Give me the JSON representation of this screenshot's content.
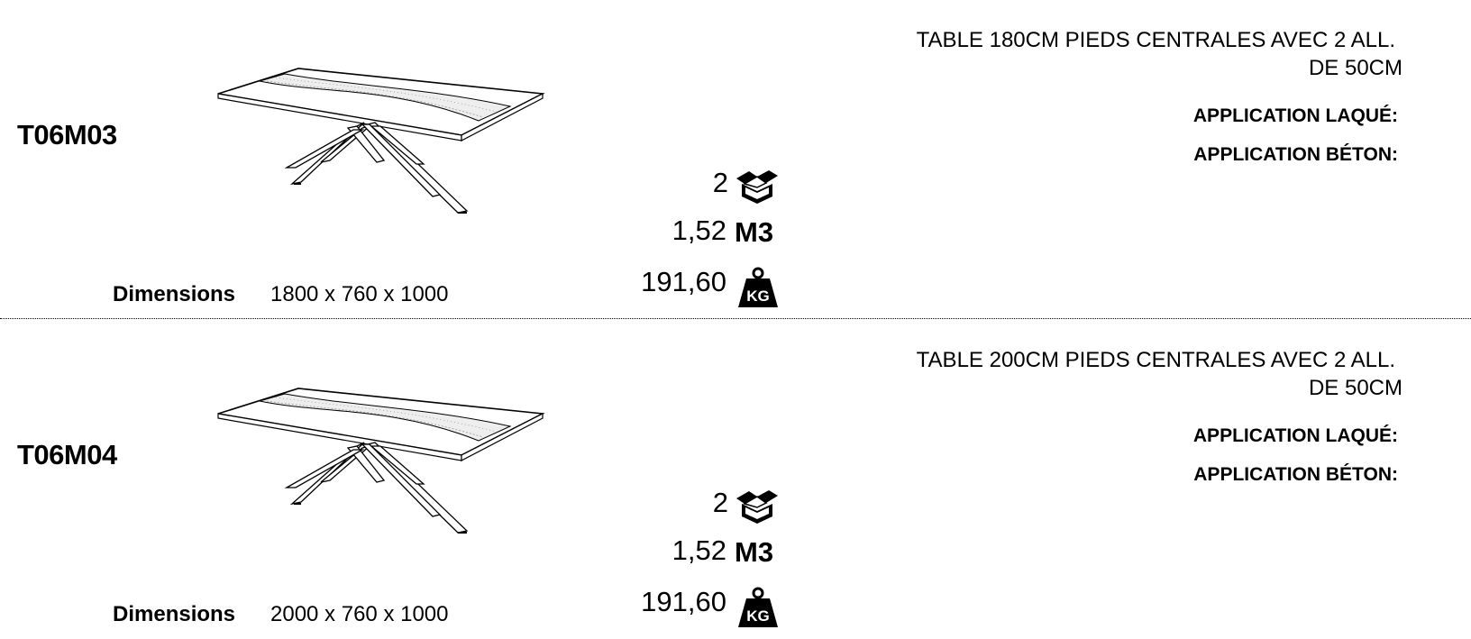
{
  "products": [
    {
      "code": "T06M03",
      "dimensions_label": "Dimensions",
      "dimensions": "1800 x 760 x 1000",
      "description_line1": "TABLE 180CM PIEDS CENTRALES AVEC 2 ALL.",
      "description_line2": "DE 50CM",
      "application_lacquered": "APPLICATION LAQUÉ:",
      "application_concrete": "APPLICATION BÉTON:",
      "boxes": "2",
      "volume": "1,52",
      "volume_unit": "M3",
      "weight": "191,60",
      "weight_unit": "KG"
    },
    {
      "code": "T06M04",
      "dimensions_label": "Dimensions",
      "dimensions": "2000 x 760 x 1000",
      "description_line1": "TABLE 200CM PIEDS CENTRALES AVEC 2 ALL.",
      "description_line2": "DE 50CM",
      "application_lacquered": "APPLICATION LAQUÉ:",
      "application_concrete": "APPLICATION BÉTON:",
      "boxes": "2",
      "volume": "1,52",
      "volume_unit": "M3",
      "weight": "191,60",
      "weight_unit": "KG"
    }
  ],
  "icons": {
    "boxes": "package-box-icon",
    "weight": "weight-kg-icon",
    "drawing": "table-drawing"
  }
}
